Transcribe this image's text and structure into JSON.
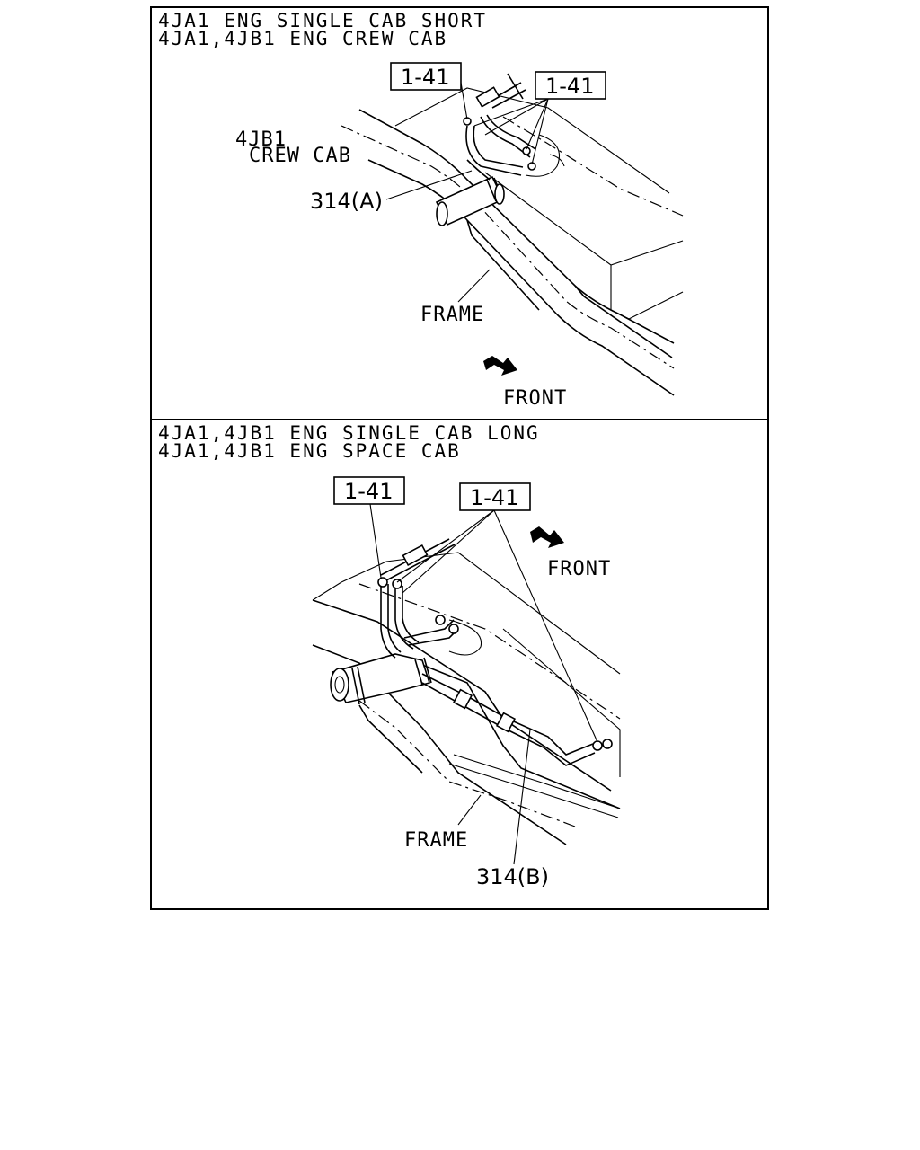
{
  "panels": [
    {
      "header_line1": "4JA1 ENG SINGLE CAB SHORT",
      "header_line2": "4JA1,4JB1 ENG CREW CAB",
      "callout_left": "1-41",
      "callout_right": "1-41",
      "note_line1": "4JB1",
      "note_line2": "CREW CAB",
      "part_ref": "314(A)",
      "frame_label": "FRAME",
      "front_label": "FRONT"
    },
    {
      "header_line1": "4JA1,4JB1 ENG SINGLE CAB LONG",
      "header_line2": "4JA1,4JB1 ENG SPACE CAB",
      "callout_left": "1-41",
      "callout_right": "1-41",
      "part_ref": "314(B)",
      "frame_label": "FRAME",
      "front_label": "FRONT"
    }
  ],
  "icons": {
    "front_arrow": "front-arrow-icon"
  }
}
